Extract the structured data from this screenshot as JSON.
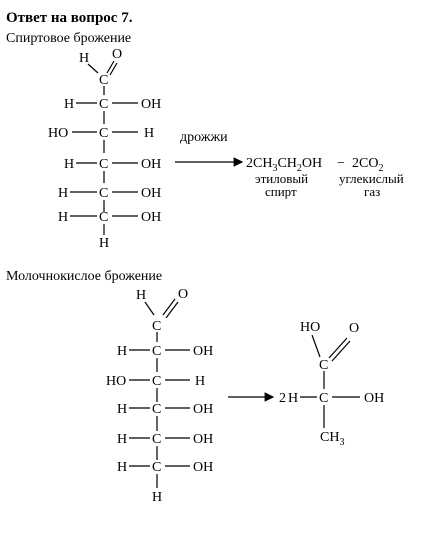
{
  "title": "Ответ на вопрос 7.",
  "alcoholic": {
    "heading": "Спиртовое брожение",
    "glucose": {
      "aldehyde_h": "H",
      "aldehyde_o": "O",
      "c1": "C",
      "rows": [
        {
          "left": "H",
          "c": "C",
          "right": "OH"
        },
        {
          "left": "HO",
          "c": "C",
          "right": "H"
        },
        {
          "left": "H",
          "c": "C",
          "right": "OH"
        },
        {
          "left": "H",
          "c": "C",
          "right": "OH"
        },
        {
          "left": "H",
          "c": "C",
          "right": "OH"
        }
      ],
      "bottom_h": "H"
    },
    "catalyst": "дрожжи",
    "product_1": "2CH",
    "product_1_sub_a": "3",
    "product_1_mid": "CH",
    "product_1_sub_b": "2",
    "product_1_end": "OH",
    "minus": "−",
    "product_2": "2CO",
    "product_2_sub": "2",
    "product_1_name_line1": "этиловый",
    "product_1_name_line2": "спирт",
    "product_2_name_line1": "углекислый",
    "product_2_name_line2": "газ"
  },
  "lactic": {
    "heading": "Молочнокислое брожение",
    "glucose": {
      "aldehyde_h": "H",
      "aldehyde_o": "O",
      "c1": "C",
      "rows": [
        {
          "left": "H",
          "c": "C",
          "right": "OH"
        },
        {
          "left": "HO",
          "c": "C",
          "right": "H"
        },
        {
          "left": "H",
          "c": "C",
          "right": "OH"
        },
        {
          "left": "H",
          "c": "C",
          "right": "OH"
        },
        {
          "left": "H",
          "c": "C",
          "right": "OH"
        }
      ],
      "bottom_h": "H"
    },
    "product": {
      "coefficient": "2",
      "ho": "HO",
      "o": "O",
      "c_top": "C",
      "h": "H",
      "c_mid": "C",
      "oh": "OH",
      "ch3": "CH",
      "ch3_sub": "3"
    }
  }
}
